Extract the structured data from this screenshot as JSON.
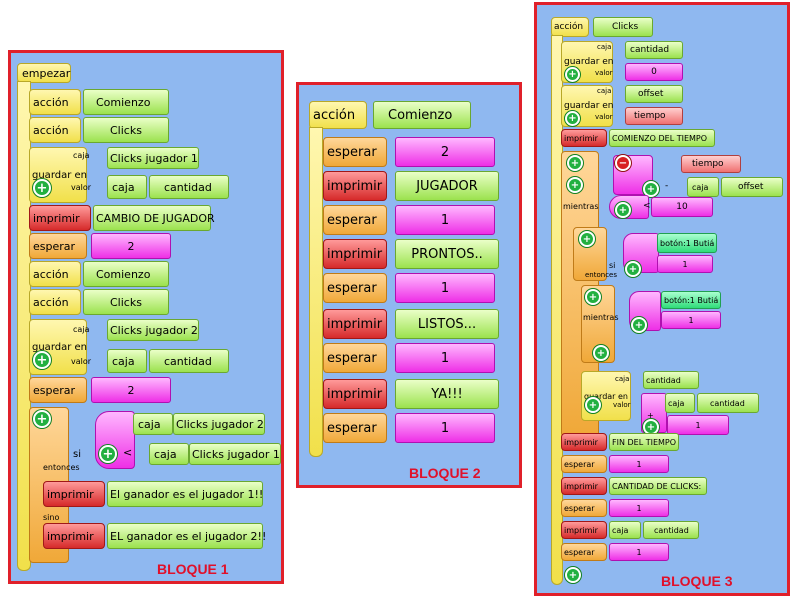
{
  "bloque1": {
    "caption": "BLOQUE 1",
    "hat": "empezar",
    "accion1": "acción",
    "comienzo1": "Comienzo",
    "accion2": "acción",
    "clicks1": "Clicks",
    "guardar": "guardar en",
    "caja_small": "caja",
    "valor_small": "valor",
    "clicks_j1": "Clicks jugador 1",
    "caja": "caja",
    "cantidad": "cantidad",
    "imprimir": "imprimir",
    "cambio": "CAMBIO DE JUGADOR",
    "esperar": "esperar",
    "dos": "2",
    "clicks_j2": "Clicks jugador 2",
    "si": "si",
    "entonces": "entonces",
    "sino": "sino",
    "menor": "<",
    "ganador1": "El ganador es el jugador 1!!",
    "ganador2": "EL ganador es el jugador 2!!"
  },
  "bloque2": {
    "caption": "BLOQUE 2",
    "accion": "acción",
    "comienzo": "Comienzo",
    "esperar": "esperar",
    "imprimir": "imprimir",
    "dos": "2",
    "uno": "1",
    "jugador": "JUGADOR",
    "prontos": "PRONTOS..",
    "listos": "LISTOS...",
    "ya": "YA!!!"
  },
  "bloque3": {
    "caption": "BLOQUE 3",
    "accion": "acción",
    "clicks": "Clicks",
    "guardar": "guardar en",
    "caja": "caja",
    "valor": "valor",
    "cantidad": "cantidad",
    "cero": "0",
    "offset": "offset",
    "tiempo": "tiempo",
    "imprimir": "imprimir",
    "comienzo_tiempo": "COMIENZO DEL TIEMPO",
    "mientras": "mientras",
    "menos": "-",
    "menor": "<",
    "diez": "10",
    "si": "si",
    "entonces": "entonces",
    "boton": "botón:1 Butiá",
    "uno": "1",
    "igual": "=",
    "mas": "+",
    "fin_tiempo": "FIN DEL TIEMPO",
    "esperar": "esperar",
    "cantidad_clicks": "CANTIDAD DE CLICKS:"
  }
}
